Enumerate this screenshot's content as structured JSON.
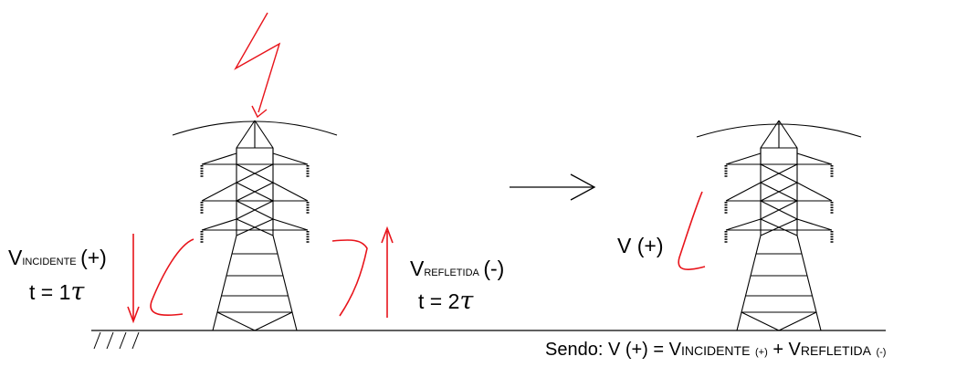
{
  "labels": {
    "incident_v": "V",
    "incident_sub": "INCIDENTE",
    "incident_sign": "(+)",
    "incident_time": "t = 1",
    "reflected_v": "V",
    "reflected_sub": "REFLETIDA",
    "reflected_sign": "(-)",
    "reflected_time": "t = 2",
    "tau": "τ",
    "result_label": "V (+)"
  },
  "equation": {
    "prefix": "Sendo: V (+) = V",
    "incident_sub": "INCIDENTE",
    "incident_sign": "(+)",
    "plus": "+ V",
    "reflected_sub": "REFLETIDA",
    "reflected_sign": "(-)"
  },
  "colors": {
    "ink": "#000000",
    "surge": "#e8141b"
  }
}
